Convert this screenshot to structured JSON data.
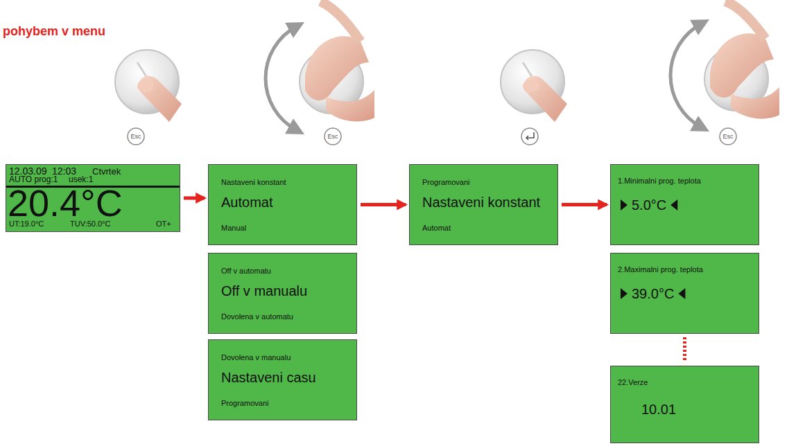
{
  "diagram": {
    "title": "pohybem v menu",
    "nodes": [
      {
        "text": [
          "12.03.09",
          "12:03",
          "Ctvrtek",
          "AUTO prog:1",
          "usek:1",
          "20.4°C",
          "UT:19.0°C",
          "TUV:50.0°C",
          "OT+"
        ]
      },
      {
        "text": [
          "Nastaveni konstant",
          "Automat",
          "Manual"
        ]
      },
      {
        "text": [
          "Off v automatu",
          "Off v manualu",
          "Dovolena v automatu"
        ]
      },
      {
        "text": [
          "Dovolena v manualu",
          "Nastaveni casu",
          "Programovani"
        ]
      },
      {
        "text": [
          "Programovani",
          "Nastaveni konstant",
          "Automat"
        ]
      },
      {
        "text": [
          "1.Minimalni prog. teplota",
          "5.0°C"
        ]
      },
      {
        "text": [
          "2.Maximalni prog. teplota",
          "39.0°C"
        ]
      },
      {
        "text": [
          "22.Verze",
          "10.01"
        ]
      }
    ],
    "edges": [
      {
        "from": 0,
        "to": 1,
        "arrow": "to"
      },
      {
        "from": 1,
        "to": 4,
        "arrow": "to"
      },
      {
        "from": 4,
        "to": 5,
        "arrow": "to"
      },
      {
        "from": 6,
        "to": 7,
        "arrow": "none"
      }
    ],
    "labels": [
      "Esc",
      "Esc",
      "Esc"
    ]
  }
}
